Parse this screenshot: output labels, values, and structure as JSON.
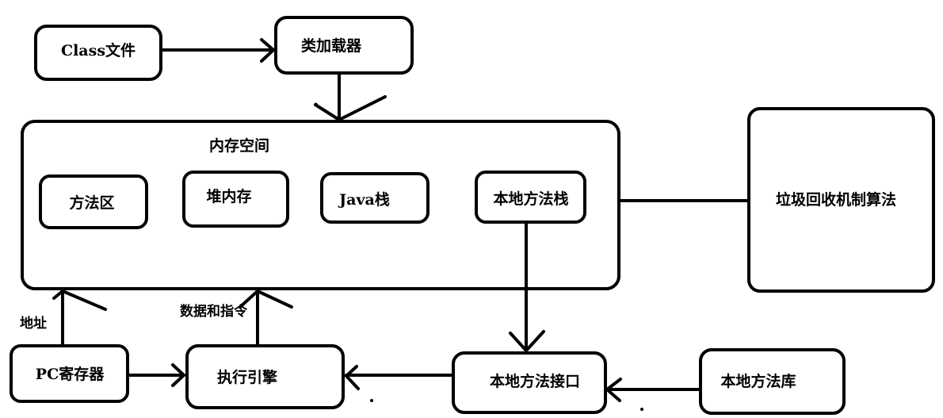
{
  "nodes": {
    "class_file": "Class文件",
    "class_loader": "类加载器",
    "memory_space": "内存空间",
    "method_area": "方法区",
    "heap": "堆内存",
    "java_stack": "Java栈",
    "native_method_stack": "本地方法栈",
    "garbage_collection": "垃圾回收机制算法",
    "pc_register": "PC寄存器",
    "execution_engine": "执行引擎",
    "native_interface": "本地方法接口",
    "native_library": "本地方法库"
  },
  "edge_labels": {
    "address": "地址",
    "data_and_instructions": "数据和指令"
  },
  "colors": {
    "stroke": "#000000",
    "background": "#ffffff"
  }
}
